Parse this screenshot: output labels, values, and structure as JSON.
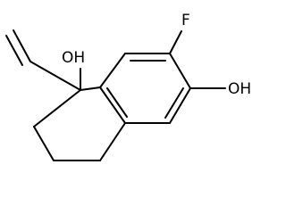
{
  "molecule": {
    "labels": {
      "hydroxyl_top": "OH",
      "fluoro": "F",
      "hydroxyl_aromatic": "OH"
    },
    "colors": {
      "bond": "#000000",
      "text": "#000000",
      "background": "#ffffff"
    }
  }
}
